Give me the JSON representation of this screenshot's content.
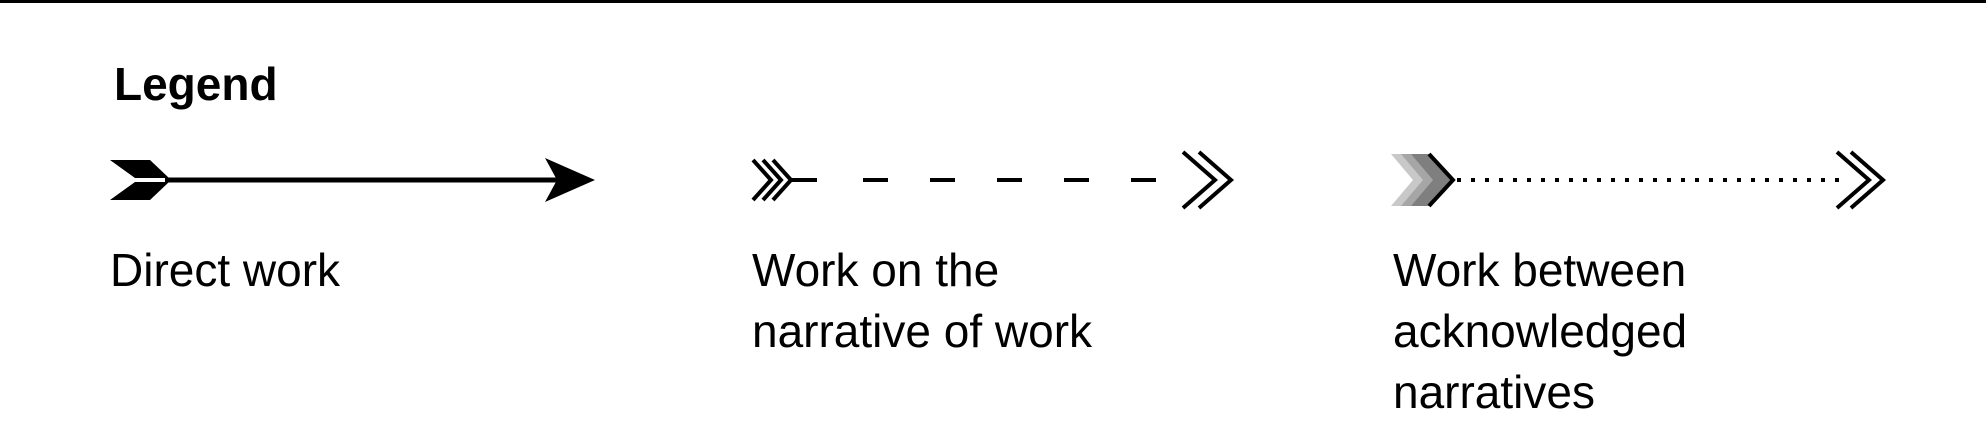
{
  "legend": {
    "title": "Legend",
    "items": [
      {
        "label": "Direct work",
        "line_style": "solid",
        "tail": "fletched-solid",
        "head": "filled-triangle",
        "color": "#000000"
      },
      {
        "label": "Work on the narrative of work",
        "line_style": "dashed",
        "tail": "triple-chevron-outline",
        "head": "double-chevron-outline",
        "color": "#000000"
      },
      {
        "label": "Work between acknowledged narratives",
        "line_style": "dotted",
        "tail": "gradient-chevrons-grey",
        "head": "double-chevron-outline",
        "color": "#000000",
        "tail_colors": [
          "#c8c8c8",
          "#a6a6a6",
          "#7f7f7f"
        ]
      }
    ]
  }
}
